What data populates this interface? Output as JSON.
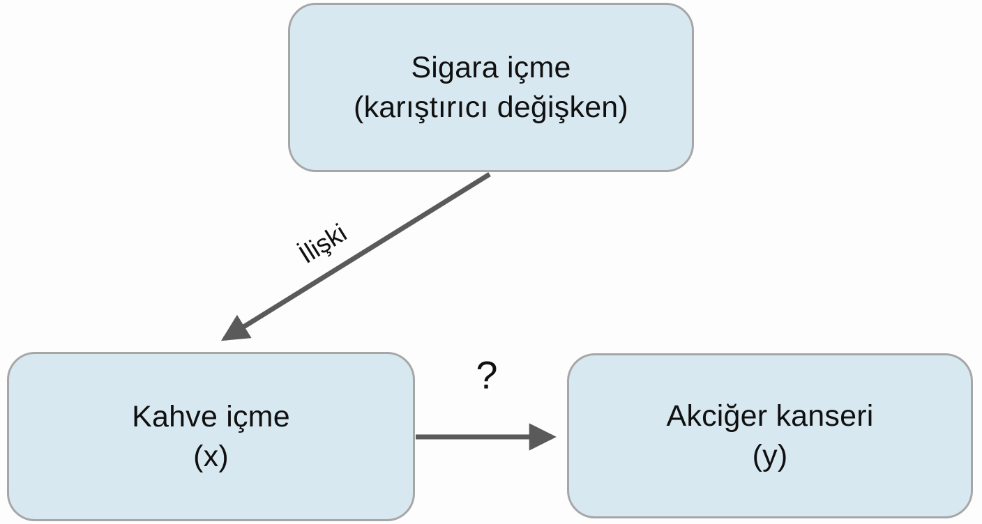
{
  "colors": {
    "bg": "#fdfdfd",
    "node-fill": "#d8e8f0",
    "node-border": "#a6a6a6",
    "arrow": "#5a5a5a",
    "text": "#101010"
  },
  "diagram": {
    "nodes": {
      "confounder": {
        "line1": "Sigara içme",
        "line2": "(karıştırıcı değişken)"
      },
      "cause": {
        "line1": "Kahve içme",
        "line2": "(x)"
      },
      "effect": {
        "line1": "Akciğer kanseri",
        "line2": "(y)"
      }
    },
    "edges": {
      "confounder_to_cause": {
        "label": "İlişki"
      },
      "cause_to_effect": {
        "label": "?"
      }
    }
  }
}
